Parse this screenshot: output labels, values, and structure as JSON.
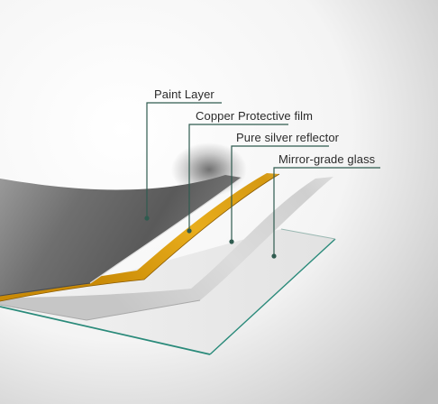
{
  "labels": {
    "paint": "Paint Layer",
    "copper": "Copper Protective film",
    "silver": "Pure silver reflector",
    "glass": "Mirror-grade glass"
  },
  "colors": {
    "leader": "#2f5b4f",
    "copper": "#e0a617",
    "glass_edge": "#2a8a7a"
  }
}
